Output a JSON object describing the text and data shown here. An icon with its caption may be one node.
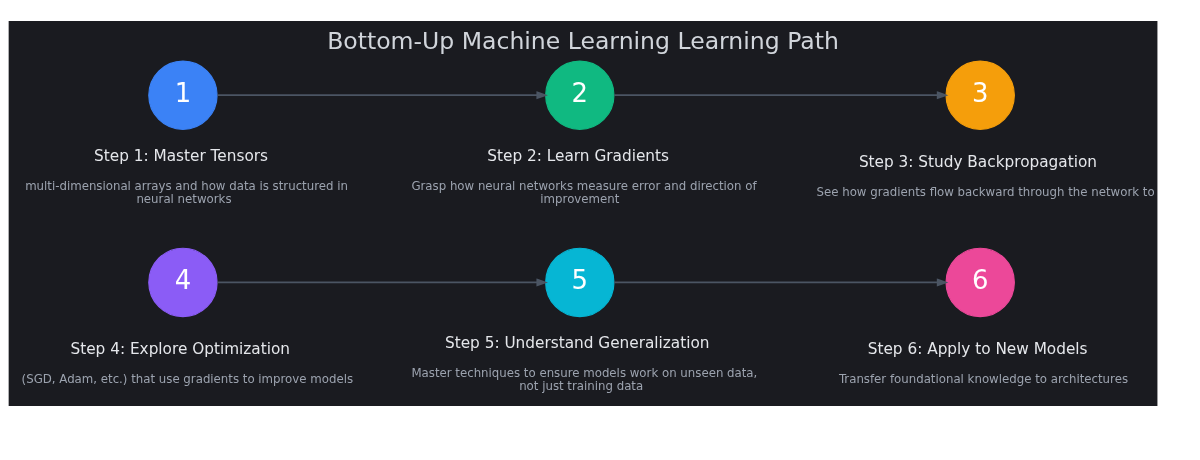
{
  "diagram": {
    "title": "Bottom-Up Machine Learning Learning Path",
    "nodes": [
      {
        "text": [
          "1"
        ],
        "beside": [
          "Step 1: Master Tensors",
          "multi-dimensional arrays and how data is structured in neural networks"
        ]
      },
      {
        "text": [
          "2"
        ],
        "beside": [
          "Step 2: Learn Gradients",
          "Grasp how neural networks measure error and direction of improvement"
        ]
      },
      {
        "text": [
          "3"
        ],
        "beside": [
          "Step 3: Study Backpropagation",
          "See how gradients flow backward through the network to"
        ]
      },
      {
        "text": [
          "4"
        ],
        "beside": [
          "Step 4: Explore Optimization",
          "(SGD, Adam, etc.) that use gradients to improve models"
        ]
      },
      {
        "text": [
          "5"
        ],
        "beside": [
          "Step 5: Understand Generalization",
          "Master techniques to ensure models work on unseen data, not just training data"
        ]
      },
      {
        "text": [
          "6"
        ],
        "beside": [
          "Step 6: Apply to New Models",
          "Transfer foundational knowledge to architectures"
        ]
      }
    ],
    "edges": [
      {
        "from": 0,
        "to": 1,
        "arrow": "to"
      },
      {
        "from": 1,
        "to": 2,
        "arrow": "to"
      },
      {
        "from": 3,
        "to": 4,
        "arrow": "to"
      },
      {
        "from": 4,
        "to": 5,
        "arrow": "to"
      }
    ]
  }
}
